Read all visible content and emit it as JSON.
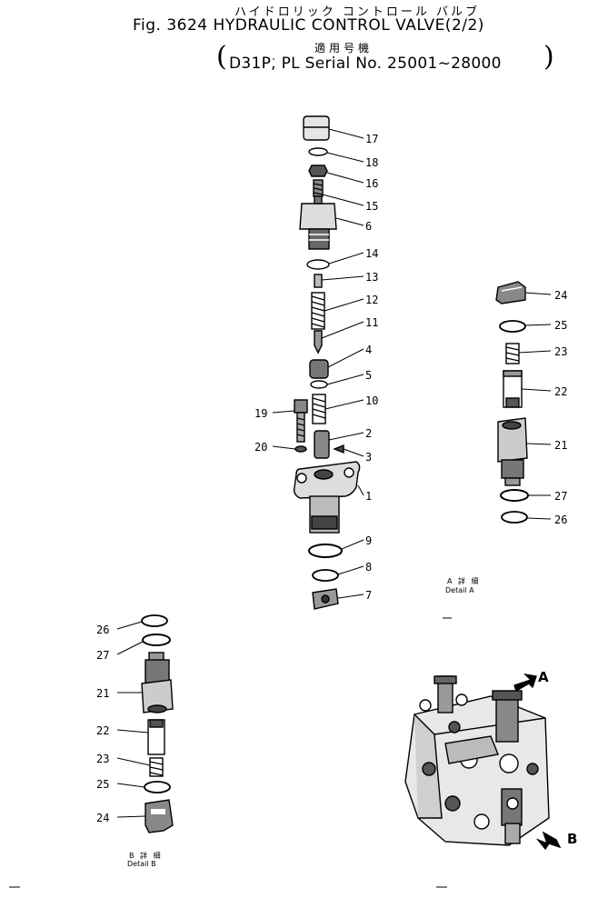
{
  "header": {
    "title_jp": "ハイドロリック コントロール バルブ",
    "fig_title": "Fig. 3624 HYDRAULIC CONTROL VALVE(2/2)",
    "applies_jp": "適用号機",
    "serial": "D31P, PL Serial No. 25001~28000"
  },
  "details": {
    "a_jp": "A 詳 細",
    "a_en": "Detail A",
    "b_jp": "B 詳 細",
    "b_en": "Detail B"
  },
  "assembly_markers": {
    "a": "A",
    "b": "B"
  },
  "callouts": {
    "main": [
      "17",
      "18",
      "16",
      "15",
      "6",
      "14",
      "13",
      "12",
      "11",
      "4",
      "5",
      "10",
      "2",
      "3",
      "19",
      "20",
      "1",
      "9",
      "8",
      "7"
    ],
    "detail_a": [
      "24",
      "25",
      "23",
      "22",
      "21",
      "27",
      "26"
    ],
    "detail_b": [
      "26",
      "27",
      "21",
      "22",
      "23",
      "25",
      "24"
    ]
  }
}
